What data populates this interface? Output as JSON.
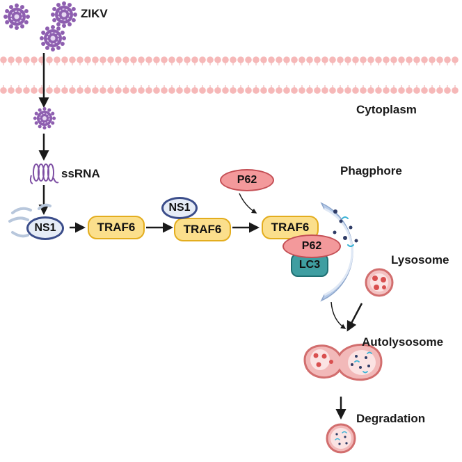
{
  "labels": {
    "virus": "ZIKV",
    "cytoplasm": "Cytoplasm",
    "rna": "ssRNA",
    "phagophore": "Phagphore",
    "lysosome": "Lysosome",
    "autolysosome": "Autolysosome",
    "degradation": "Degradation"
  },
  "proteins": {
    "ns1_a": "NS1",
    "traf6_a": "TRAF6",
    "ns1_b": "NS1",
    "traf6_b": "TRAF6",
    "p62_free": "P62",
    "traf6_c": "TRAF6",
    "p62_bound": "P62",
    "lc3": "LC3"
  },
  "colors": {
    "virus": "#8e5fb0",
    "membrane": "#f6b8b8",
    "traf6_fill": "#fbdf8c",
    "p62_fill": "#f3999b",
    "ns1_border": "#3b4d8a",
    "lc3_fill": "#3f9ea1",
    "phagophore": "#b7cbe8",
    "lysosome": "#e48b8b",
    "arrow": "#1a1a1a"
  }
}
